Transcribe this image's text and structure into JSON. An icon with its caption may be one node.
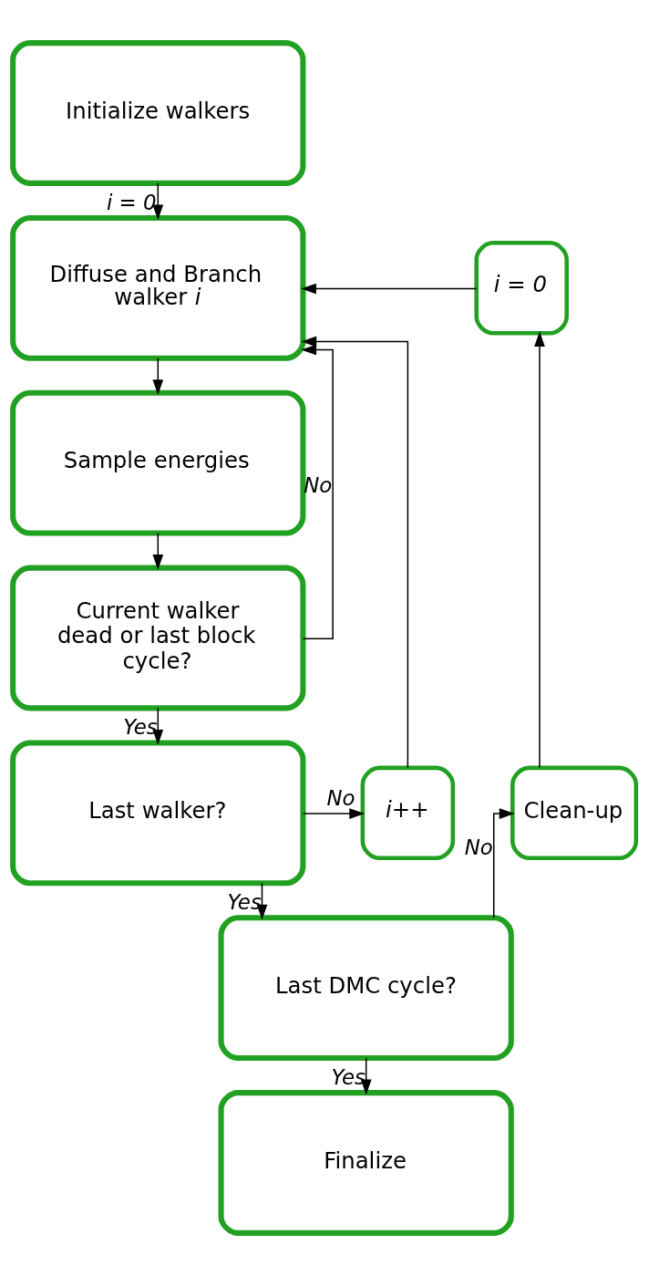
{
  "diagram": {
    "nodes": [
      {
        "text": [
          "Initialize walkers"
        ]
      },
      {
        "text": [
          "Diffuse and Branch walker *i*"
        ]
      },
      {
        "text": [
          "Sample energies"
        ]
      },
      {
        "text": [
          "Current walker dead or last block cycle?"
        ]
      },
      {
        "text": [
          "Last walker?"
        ]
      },
      {
        "text": [
          "Last DMC cycle?"
        ]
      },
      {
        "text": [
          "Finalize"
        ]
      },
      {
        "text": [
          "i = 0"
        ]
      },
      {
        "text": [
          "Clean-up"
        ]
      },
      {
        "text": [
          "i++"
        ]
      }
    ],
    "edges": [
      {
        "from": 0,
        "to": 1,
        "arrow": "to",
        "label": "i = 0"
      },
      {
        "from": 1,
        "to": 2,
        "arrow": "to"
      },
      {
        "from": 2,
        "to": 3,
        "arrow": "to"
      },
      {
        "from": 3,
        "to": 1,
        "arrow": "to",
        "label": "No"
      },
      {
        "from": 3,
        "to": 4,
        "arrow": "to",
        "label": "Yes"
      },
      {
        "from": 4,
        "to": 9,
        "arrow": "to",
        "label": "No"
      },
      {
        "from": 9,
        "to": 1,
        "arrow": "to"
      },
      {
        "from": 4,
        "to": 5,
        "arrow": "to",
        "label": "Yes"
      },
      {
        "from": 5,
        "to": 8,
        "arrow": "to",
        "label": "No"
      },
      {
        "from": 8,
        "to": 7,
        "arrow": "to"
      },
      {
        "from": 7,
        "to": 1,
        "arrow": "to"
      },
      {
        "from": 5,
        "to": 6,
        "arrow": "to",
        "label": "Yes"
      }
    ]
  }
}
